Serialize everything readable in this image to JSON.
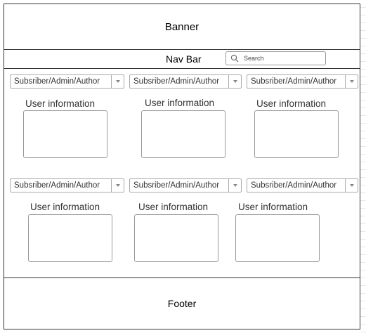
{
  "banner": {
    "label": "Banner"
  },
  "navbar": {
    "title": "Nav Bar",
    "search_placeholder": "Search"
  },
  "role_select_value": "Subsriber/Admin/Author",
  "user_info_label": "User information",
  "footer": {
    "label": "Footer"
  },
  "icons": {
    "search": "search-icon",
    "dropdown": "chevron-down-icon"
  }
}
